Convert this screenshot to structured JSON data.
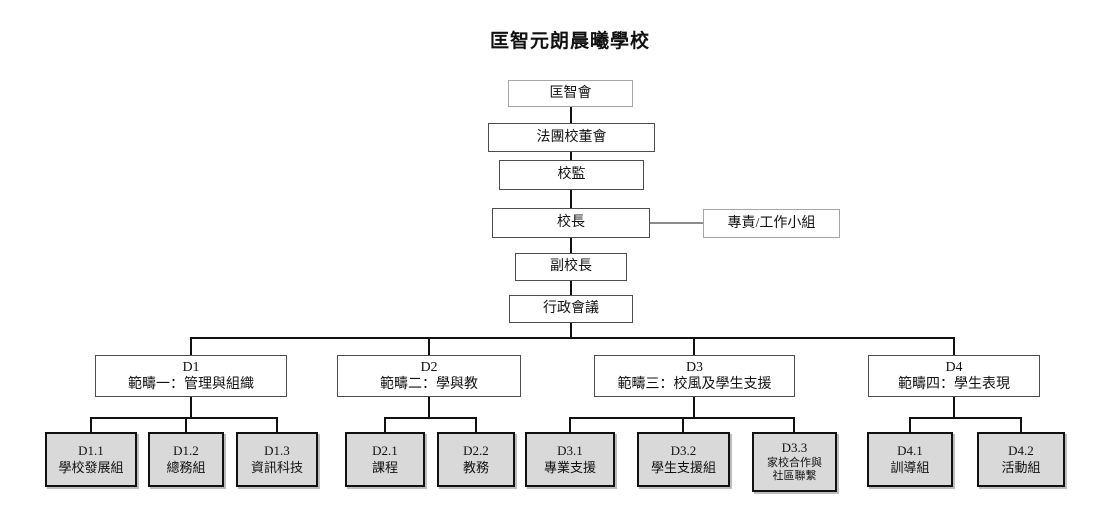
{
  "title": "匡智元朗晨曦學校",
  "chain": [
    {
      "label": "匡智會"
    },
    {
      "label": "法團校董會"
    },
    {
      "label": "校監"
    },
    {
      "label": "校長"
    },
    {
      "label": "副校長"
    },
    {
      "label": "行政會議"
    }
  ],
  "side_box": {
    "label": "專責/工作小組"
  },
  "domains": [
    {
      "code": "D1",
      "name": "範疇一：管理與組織",
      "units": [
        {
          "code": "D1.1",
          "name": "學校發展組"
        },
        {
          "code": "D1.2",
          "name": "總務組"
        },
        {
          "code": "D1.3",
          "name": "資訊科技"
        }
      ]
    },
    {
      "code": "D2",
      "name": "範疇二：學與教",
      "units": [
        {
          "code": "D2.1",
          "name": "課程"
        },
        {
          "code": "D2.2",
          "name": "教務"
        }
      ]
    },
    {
      "code": "D3",
      "name": "範疇三：校風及學生支援",
      "units": [
        {
          "code": "D3.1",
          "name": "專業支援"
        },
        {
          "code": "D3.2",
          "name": "學生支援組"
        },
        {
          "code": "D3.3",
          "name": "家校合作與\n社區聯繫"
        }
      ]
    },
    {
      "code": "D4",
      "name": "範疇四：學生表現",
      "units": [
        {
          "code": "D4.1",
          "name": "訓導組"
        },
        {
          "code": "D4.2",
          "name": "活動組"
        }
      ]
    }
  ],
  "colors": {
    "unit_fill": "#d9d9d9",
    "box_border": "#4d4d4d",
    "connector": "#111111",
    "side_connector": "#8c8c8c"
  }
}
